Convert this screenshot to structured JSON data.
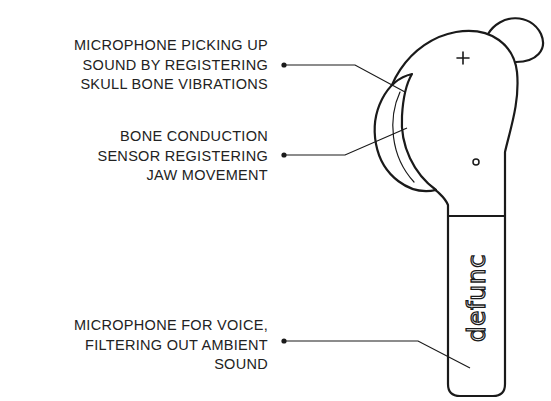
{
  "diagram": {
    "labels": [
      "MICROPHONE PICKING UP SOUND BY REGISTERING SKULL BONE VIBRATIONS",
      "BONE CONDUCTION SENSOR REGISTERING JAW MOVEMENT",
      "MICROPHONE FOR VOICE, FILTERING OUT AMBIENT SOUND",
      "defunc"
    ]
  }
}
